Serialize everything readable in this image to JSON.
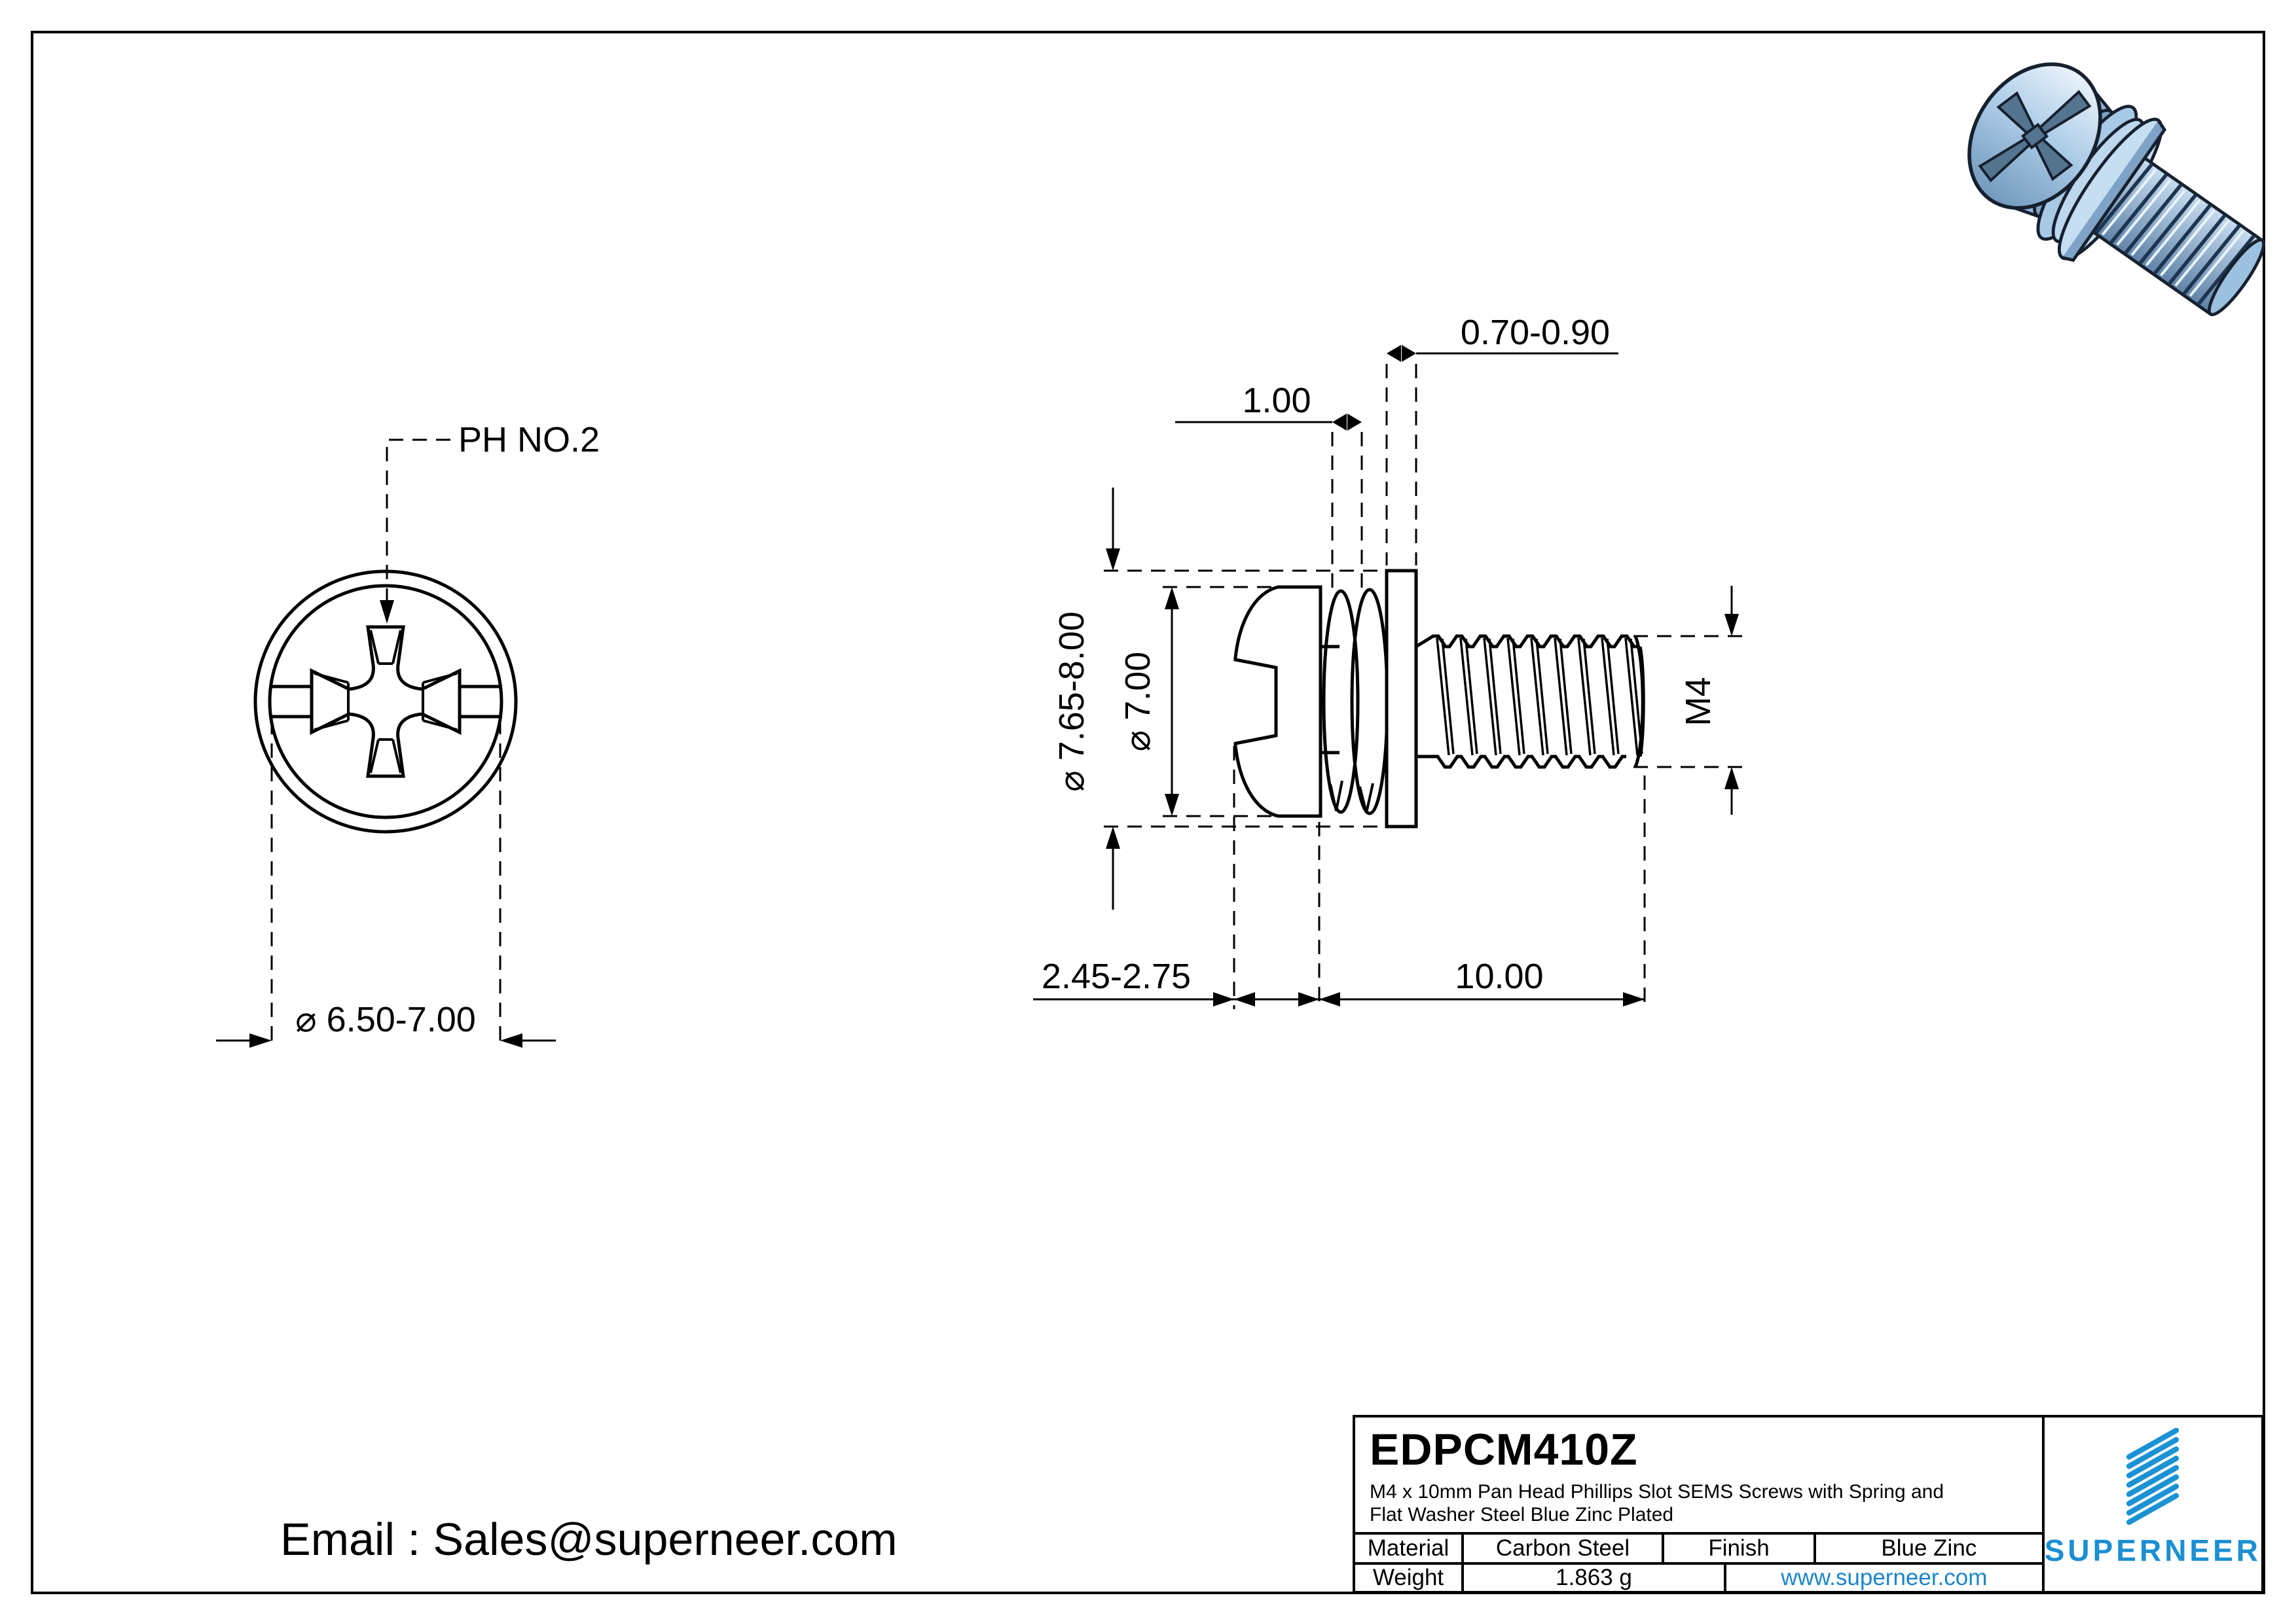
{
  "front_view": {
    "drive_label": "PH NO.2",
    "dim_head_diameter": "⌀ 6.50-7.00"
  },
  "side_view": {
    "dim_flat_washer_thickness": "0.70-0.90",
    "dim_spring_washer_width": "1.00",
    "dim_washer_od": "⌀ 7.65-8.00",
    "dim_head_od": "⌀ 7.00",
    "dim_thread": "M4",
    "dim_head_height": "2.45-2.75",
    "dim_length": "10.00"
  },
  "title_block": {
    "part_number": "EDPCM410Z",
    "description_line1": "M4 x 10mm Pan Head Phillips Slot SEMS Screws with Spring and",
    "description_line2": "Flat Washer Steel Blue Zinc Plated",
    "material_label": "Material",
    "material_value": "Carbon Steel",
    "finish_label": "Finish",
    "finish_value": "Blue Zinc",
    "weight_label": "Weight",
    "weight_value": "1.863 g",
    "website": "www.superneer.com",
    "brand": "SUPERNEER",
    "accent_color": "#1b8fd3"
  },
  "footer": {
    "email": "Email : Sales@superneer.com"
  }
}
